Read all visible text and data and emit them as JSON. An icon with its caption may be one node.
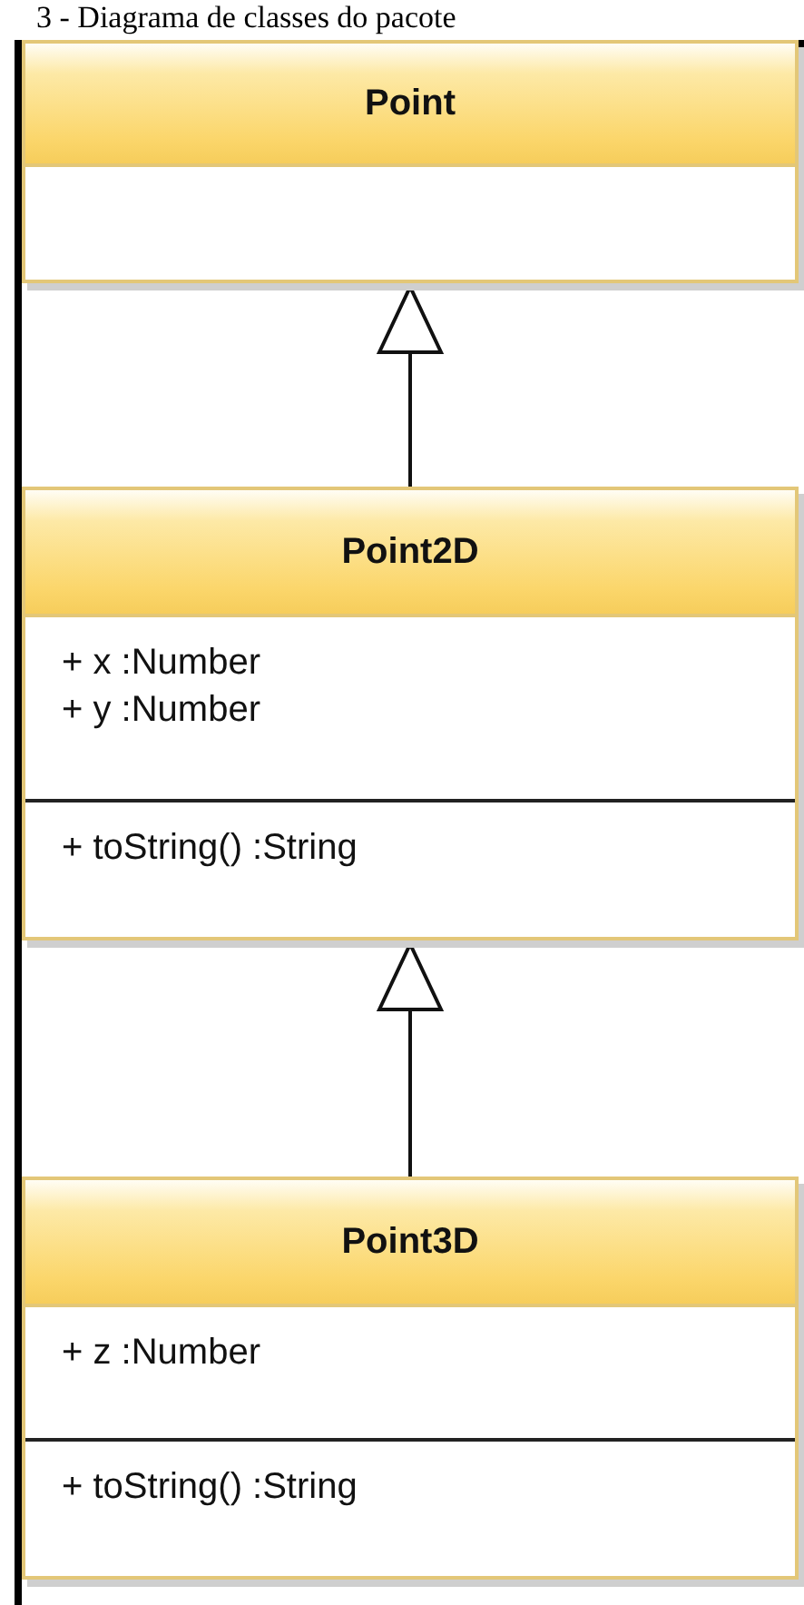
{
  "diagram": {
    "title": "3 - Diagrama de classes do pacote",
    "nodes": [
      {
        "text": [
          "Point"
        ]
      },
      {
        "text": [
          "Point2D"
        ]
      },
      {
        "text": [
          "+ x :Number",
          "+ y :Number"
        ],
        "in": 1
      },
      {
        "text": [
          "+ toString() :String"
        ],
        "in": 1
      },
      {
        "text": [
          "Point3D"
        ]
      },
      {
        "text": [
          "+ z :Number"
        ],
        "in": 4
      },
      {
        "text": [
          "+ toString() :String"
        ],
        "in": 4
      }
    ],
    "edges": [
      {
        "from": 1,
        "to": 0,
        "arrow": "to"
      },
      {
        "from": 4,
        "to": 1,
        "arrow": "to"
      }
    ]
  }
}
